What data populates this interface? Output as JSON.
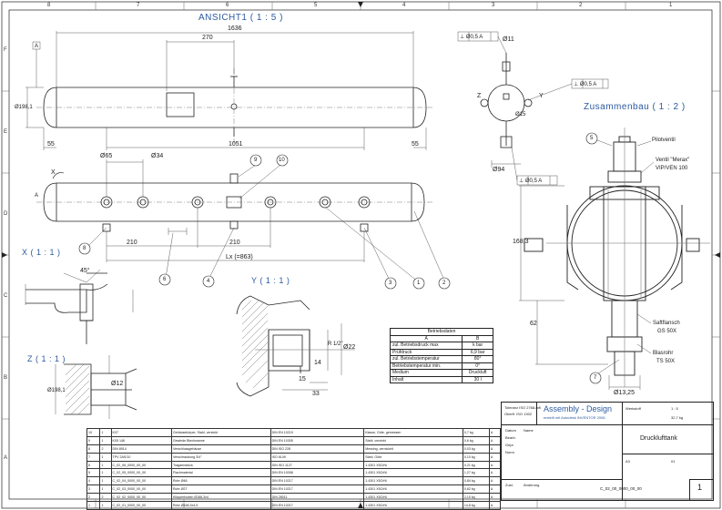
{
  "sheet": {
    "border_top": [
      "8",
      "7",
      "6",
      "5",
      "4",
      "3",
      "2",
      "1"
    ],
    "border_side": [
      "F",
      "E",
      "D",
      "C",
      "B",
      "A"
    ]
  },
  "views": {
    "ansicht": "ANSICHT1 ( 1 : 5 )",
    "zusammenbau": "Zusammenbau ( 1 : 2 )",
    "x_detail": "X ( 1 : 1 )",
    "y_detail": "Y ( 1 : 1 )",
    "z_detail": "Z ( 1 : 1 )"
  },
  "dimensions": {
    "total_length": "1636",
    "d270": "270",
    "d1051": "1051",
    "d55_left": "55",
    "d55_right": "55",
    "dia_tank": "Ø198,1",
    "dia65": "Ø65",
    "dia34": "Ø34",
    "d210a": "210",
    "d210b": "210",
    "lx": "Lx (=863)",
    "dia11": "Ø11",
    "dia15": "Ø15",
    "dia94": "Ø94",
    "dia05": "Ø0,5",
    "d168": "168,3",
    "d62": "62",
    "dia13": "Ø13,25",
    "y_d15": "15",
    "y_d33": "33",
    "y_d22": "Ø22",
    "y_r12": "R 1/2\"",
    "y_d14": "14",
    "x_ang": "45°",
    "z_dia12": "Ø12",
    "z_dia198": "Ø198,1"
  },
  "tolerances": {
    "flat1": "⊥ Ø0,5 A",
    "flat2": "⊥ Ø0,5 A",
    "flat3": "⊥ Ø0,5 A"
  },
  "datums": {
    "a1": "A",
    "a2": "A",
    "z": "Z",
    "x": "X",
    "y": "Y"
  },
  "balloons": [
    "8",
    "9",
    "10",
    "6",
    "4",
    "3",
    "1",
    "2",
    "5",
    "7"
  ],
  "notes": {
    "pilotventil": "Pilotventil",
    "ventil": "Ventil \"Merax\"",
    "ventil2": "VIP/VEN 100",
    "saftflansch": "Saftflansch",
    "saftflansch2": "GS 50X",
    "rohr": "Blasrohr",
    "rohr2": "TS 50X"
  },
  "conditions": {
    "title": "Betriebsdaten",
    "head_a": "A",
    "head_b": "B",
    "rows": [
      {
        "label": "zul. Betriebsdruck max",
        "value": "k bar"
      },
      {
        "label": "Prüfdruck",
        "value": "6,9 bar"
      },
      {
        "label": "zul. Betriebstemperatur",
        "value": "80°"
      },
      {
        "label": "Betriebstemperatur min.",
        "value": "0°"
      },
      {
        "label": "Medium",
        "value": "Druckluft"
      },
      {
        "label": "Inhalt",
        "value": "30 l"
      }
    ]
  },
  "bom": [
    [
      "10",
      "1",
      "K07",
      "Gehäusekörper, Stahl, verzinkt",
      "DIN EN 10219",
      "Klasse, Güte, gemessen",
      "0,7 kg",
      "A"
    ],
    [
      "9",
      "1",
      "K05 146",
      "Gewinde Blechwanne",
      "DIN EN 10305",
      "Stahl, verzinkt",
      "0,6 kg",
      "A"
    ],
    [
      "8",
      "2",
      "DIN 8914",
      "Verschlussgehäuse",
      "DIN ISO 228",
      "Messing, vernickelt",
      "0,03 kg",
      "A"
    ],
    [
      "7",
      "1",
      "TPV 2AS/10",
      "Verschraubung 3/4\"",
      "ISO 6149",
      "Stahl, Güte",
      "0,10 kg",
      "A"
    ],
    [
      "6",
      "1",
      "C_02_06_0000_00_00",
      "Tragarmstück",
      "DIN ISO 1127",
      "1.4301 X5CrNi",
      "0,21 kg",
      "A"
    ],
    [
      "5",
      "1",
      "C_02_05_0000_00_00",
      "Flachmaterial",
      "DIN EN 10058",
      "1.4301 X5CrNi",
      "1,27 kg",
      "A"
    ],
    [
      "4",
      "1",
      "C_02_04_0000_00_00",
      "Rohr Ø48",
      "DIN EN 10217",
      "1.4301 X5CrNi",
      "0,84 kg",
      "A"
    ],
    [
      "3",
      "1",
      "C_02_03_0000_00_00",
      "Rohr Ø27",
      "DIN EN 10217",
      "1.4301 X5CrNi",
      "0,62 kg",
      "A"
    ],
    [
      "2",
      "2",
      "C_02_02_0000_00_00",
      "Klöpperboden Ø168,3x4",
      "DIN 28011",
      "1.4301 X5CrNi",
      "2,10 kg",
      "A"
    ],
    [
      "1",
      "1",
      "C_02_01_0000_00_00",
      "Rohr Ø168,3x4,5",
      "DIN EN 10217",
      "1.4301 X5CrNi",
      "14,8 kg",
      "A"
    ]
  ],
  "title_block": {
    "company": "Assembly - Design",
    "subtitle": "erstellt mit Autodesk INVENTOR 2008",
    "drawing_name": "Drucklufttank",
    "drawing_number": "C_02_00_0000_00_00",
    "sheet": "1",
    "scale": "1 : 5",
    "material": "Werkstoff",
    "weight": "32,7 kg",
    "format": "A3",
    "revision": "01",
    "tolerance": "Toleranz ISO 2768-mK",
    "surface": "Oberfl. ISO 1302",
    "date_label": "Datum",
    "name_label": "Name",
    "drawn": "Bearb.",
    "checked": "Gepr.",
    "norm": "Norm",
    "state": "Zust.",
    "change": "Änderung"
  }
}
